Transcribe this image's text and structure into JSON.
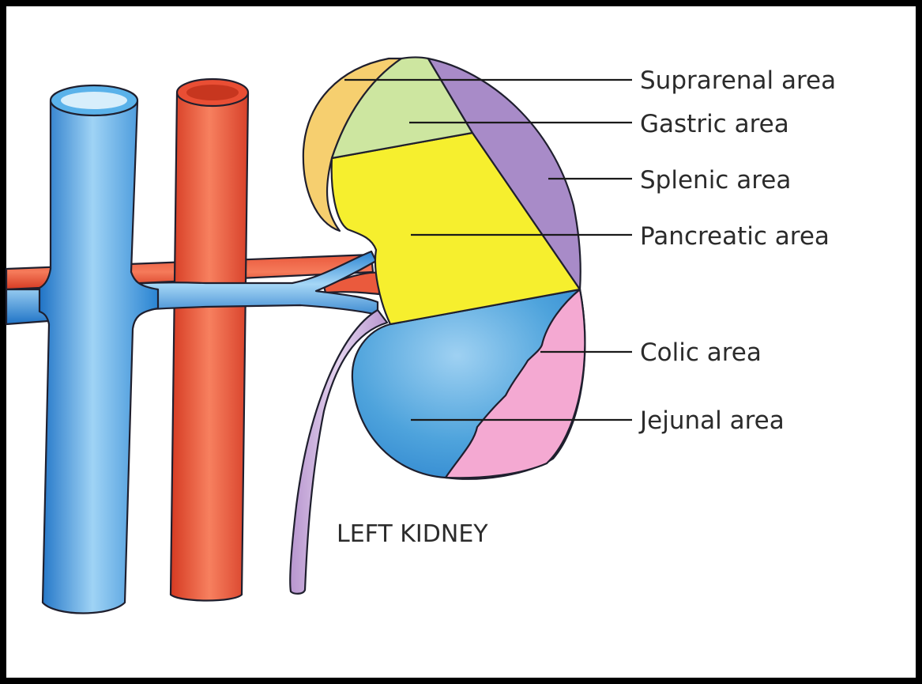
{
  "caption": "LEFT KIDNEY",
  "labels": {
    "suprarenal": "Suprarenal area",
    "gastric": "Gastric area",
    "splenic": "Splenic area",
    "pancreatic": "Pancreatic area",
    "colic": "Colic area",
    "jejunal": "Jejunal area"
  },
  "colors": {
    "suprarenal": "#f6cf6f",
    "gastric": "#cde6a0",
    "splenic": "#a88bc8",
    "pancreatic": "#f6ef2e",
    "colic_jejunal_pink": "#f4a9d2",
    "kidney_blue": "#4ea3dc",
    "vein_blue": "#3a96dd",
    "artery_red": "#e94e34",
    "ureter": "#c9a9d9",
    "frame": "#000000"
  }
}
